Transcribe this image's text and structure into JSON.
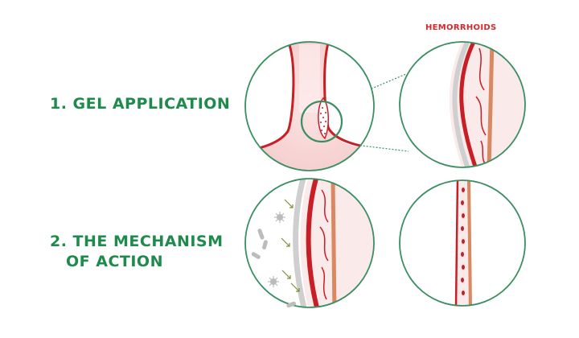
{
  "steps": [
    {
      "label": "1. GEL APPLICATION"
    },
    {
      "label_line1": "2. THE MECHANISM",
      "label_line2": "OF ACTION"
    }
  ],
  "callout": "HEMORRHOIDS",
  "colors": {
    "title_green": "#1e8a4c",
    "circle_green": "#3a8f62",
    "callout_red": "#d42a2f",
    "vessel_red": "#c81e26",
    "vein_orange": "#d98861",
    "skin_pink": "#f7d2d2",
    "mucosa_gray": "#cfcfcf",
    "bacteria_gray": "#bcbcbc",
    "arrow_olive": "#7d8f3a"
  },
  "icons": [
    "anus-cross-section",
    "magnifier-circle",
    "vessel-wall-zoom",
    "bacteria-particles",
    "gel-arrows",
    "healed-vessel"
  ]
}
